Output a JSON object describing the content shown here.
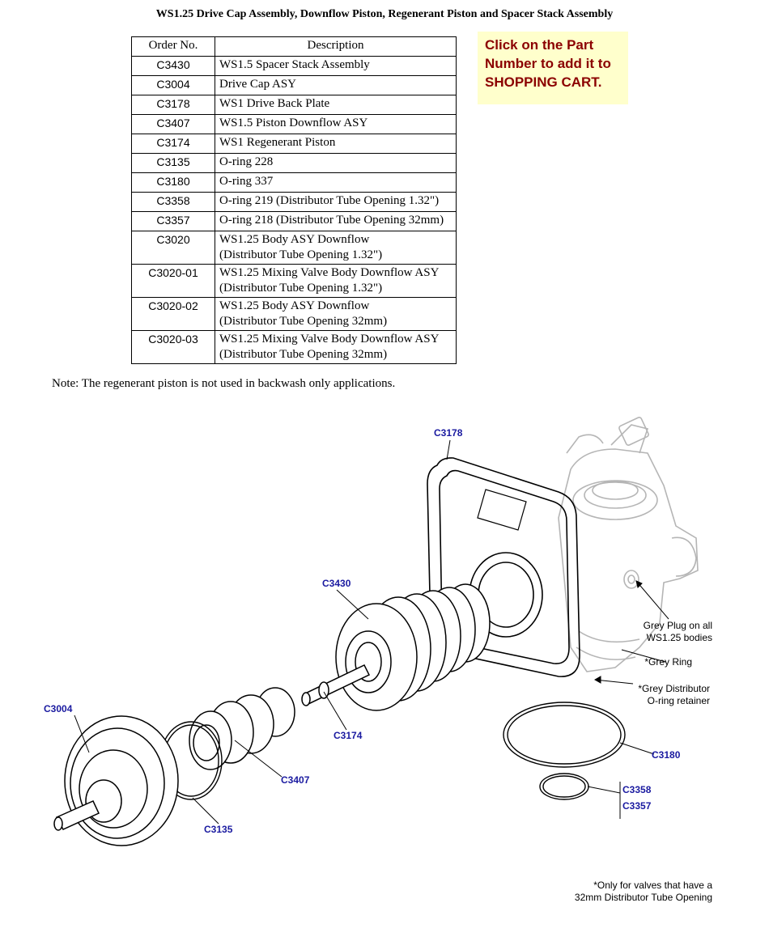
{
  "page": {
    "title": "WS1.25 Drive Cap Assembly, Downflow Piston, Regenerant Piston and Spacer Stack Assembly"
  },
  "table": {
    "headers": [
      "Order No.",
      "Description"
    ],
    "rows": [
      {
        "order": "C3430",
        "desc1": "WS1.5 Spacer Stack Assembly",
        "desc2": ""
      },
      {
        "order": "C3004",
        "desc1": "Drive Cap ASY",
        "desc2": ""
      },
      {
        "order": "C3178",
        "desc1": "WS1 Drive Back Plate",
        "desc2": ""
      },
      {
        "order": "C3407",
        "desc1": "WS1.5 Piston Downflow ASY",
        "desc2": ""
      },
      {
        "order": "C3174",
        "desc1": "WS1 Regenerant Piston",
        "desc2": ""
      },
      {
        "order": "C3135",
        "desc1": "O-ring 228",
        "desc2": ""
      },
      {
        "order": "C3180",
        "desc1": "O-ring 337",
        "desc2": ""
      },
      {
        "order": "C3358",
        "desc1": "O-ring 219 (Distributor Tube Opening 1.32\")",
        "desc2": ""
      },
      {
        "order": "C3357",
        "desc1": "O-ring 218 (Distributor Tube Opening 32mm)",
        "desc2": ""
      },
      {
        "order": "C3020",
        "desc1": "WS1.25 Body ASY Downflow",
        "desc2": "(Distributor Tube Opening 1.32\")"
      },
      {
        "order": "C3020-01",
        "desc1": "WS1.25 Mixing Valve Body Downflow ASY",
        "desc2": "(Distributor Tube Opening 1.32\")"
      },
      {
        "order": "C3020-02",
        "desc1": "WS1.25 Body ASY Downflow",
        "desc2": "(Distributor Tube Opening 32mm)"
      },
      {
        "order": "C3020-03",
        "desc1": "WS1.25 Mixing Valve Body Downflow ASY",
        "desc2": "(Distributor Tube Opening 32mm)"
      }
    ]
  },
  "cart_note": {
    "line1": "Click on the Part",
    "line2": "Number to add it to",
    "line3": "SHOPPING CART.",
    "bg_color": "#ffffcc",
    "text_color": "#8b0000"
  },
  "note": "Note: The regenerant piston is not used in backwash only applications.",
  "diagram": {
    "label_color": "#1a1aa0",
    "labels": {
      "c3178": "C3178",
      "c3430": "C3430",
      "c3004": "C3004",
      "c3174": "C3174",
      "c3407": "C3407",
      "c3135": "C3135",
      "c3180": "C3180",
      "c3358": "C3358",
      "c3357": "C3357"
    },
    "notes": {
      "grey_plug_1": "Grey Plug on all",
      "grey_plug_2": "WS1.25 bodies",
      "grey_ring": "*Grey Ring",
      "grey_dist_1": "*Grey Distributor",
      "grey_dist_2": "O-ring retainer",
      "footnote_1": "*Only for valves that have a",
      "footnote_2": "32mm Distributor Tube Opening"
    }
  }
}
